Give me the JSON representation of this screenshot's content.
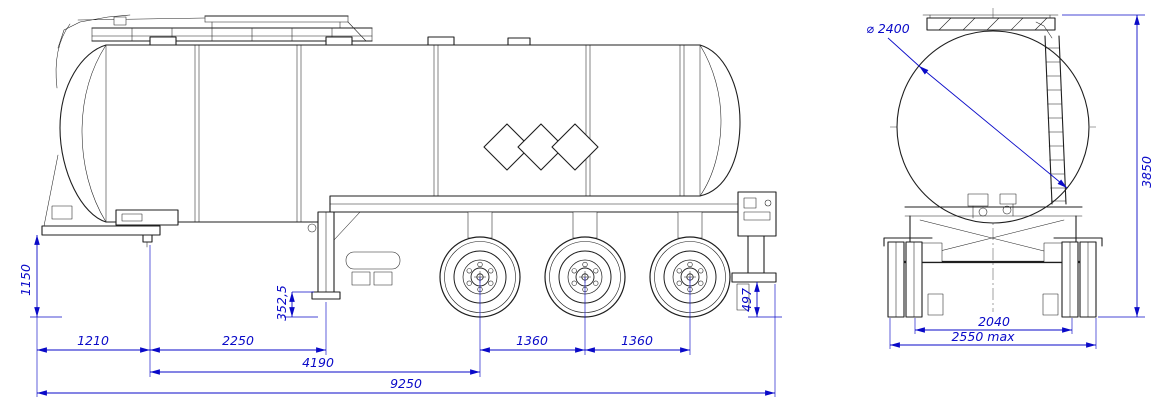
{
  "colors": {
    "dimension": "#0a0ac8",
    "line": "#1f1f1f",
    "background": "#ffffff"
  },
  "side_view": {
    "dims": {
      "kingpin_height": "1150",
      "front_overhang": "1210",
      "kingpin_to_landing_gear": "2250",
      "landing_gear_clearance": "352,5",
      "kingpin_to_first_axle": "4190",
      "axle_spacing_1": "1360",
      "axle_spacing_2": "1360",
      "rear_clearance": "497",
      "overall_length": "9250"
    }
  },
  "rear_view": {
    "dims": {
      "tank_diameter": "⌀ 2400",
      "overall_height": "3850",
      "track_width": "2040",
      "overall_width": "2550 max"
    }
  }
}
